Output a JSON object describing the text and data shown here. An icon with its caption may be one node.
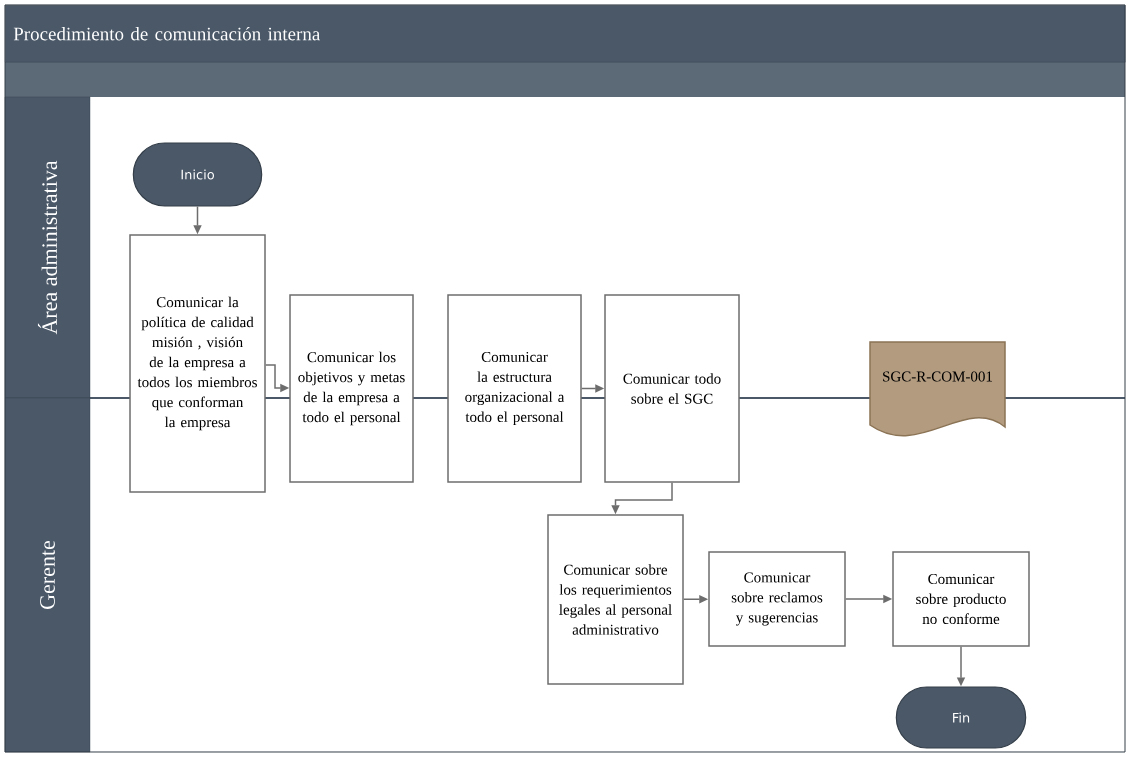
{
  "diagram": {
    "title": "Procedimiento de comunicación interna",
    "nodes": [
      {
        "text": [
          "Área administrativa"
        ]
      },
      {
        "text": [
          "Gerente"
        ]
      },
      {
        "text": [
          "Inicio"
        ]
      },
      {
        "text": [
          "Comunicar la política de calidad misión , visión de la empresa a todos los miembros que conforman la empresa"
        ]
      },
      {
        "text": [
          "Comunicar los objetivos y metas de la empresa a todo el personal"
        ]
      },
      {
        "text": [
          "Comunicar la estructura organizacional a todo el personal"
        ]
      },
      {
        "text": [
          "Comunicar todo sobre el SGC"
        ]
      },
      {
        "text": [
          "SGC-R-COM-001"
        ]
      },
      {
        "text": [
          "Comunicar sobre los requerimientos legales al personal administrativo"
        ]
      },
      {
        "text": [
          "Comunicar sobre reclamos y sugerencias"
        ]
      },
      {
        "text": [
          "Comunicar sobre producto no conforme"
        ]
      },
      {
        "text": [
          "Fin"
        ]
      }
    ],
    "edges": [
      {
        "from": 2,
        "to": 3,
        "arrow": "to"
      },
      {
        "from": 3,
        "to": 4,
        "arrow": "to"
      },
      {
        "from": 5,
        "to": 6,
        "arrow": "to"
      },
      {
        "from": 6,
        "to": 8,
        "arrow": "to"
      },
      {
        "from": 8,
        "to": 9,
        "arrow": "to"
      },
      {
        "from": 9,
        "to": 10,
        "arrow": "to"
      },
      {
        "from": 10,
        "to": 11,
        "arrow": "to"
      }
    ]
  }
}
